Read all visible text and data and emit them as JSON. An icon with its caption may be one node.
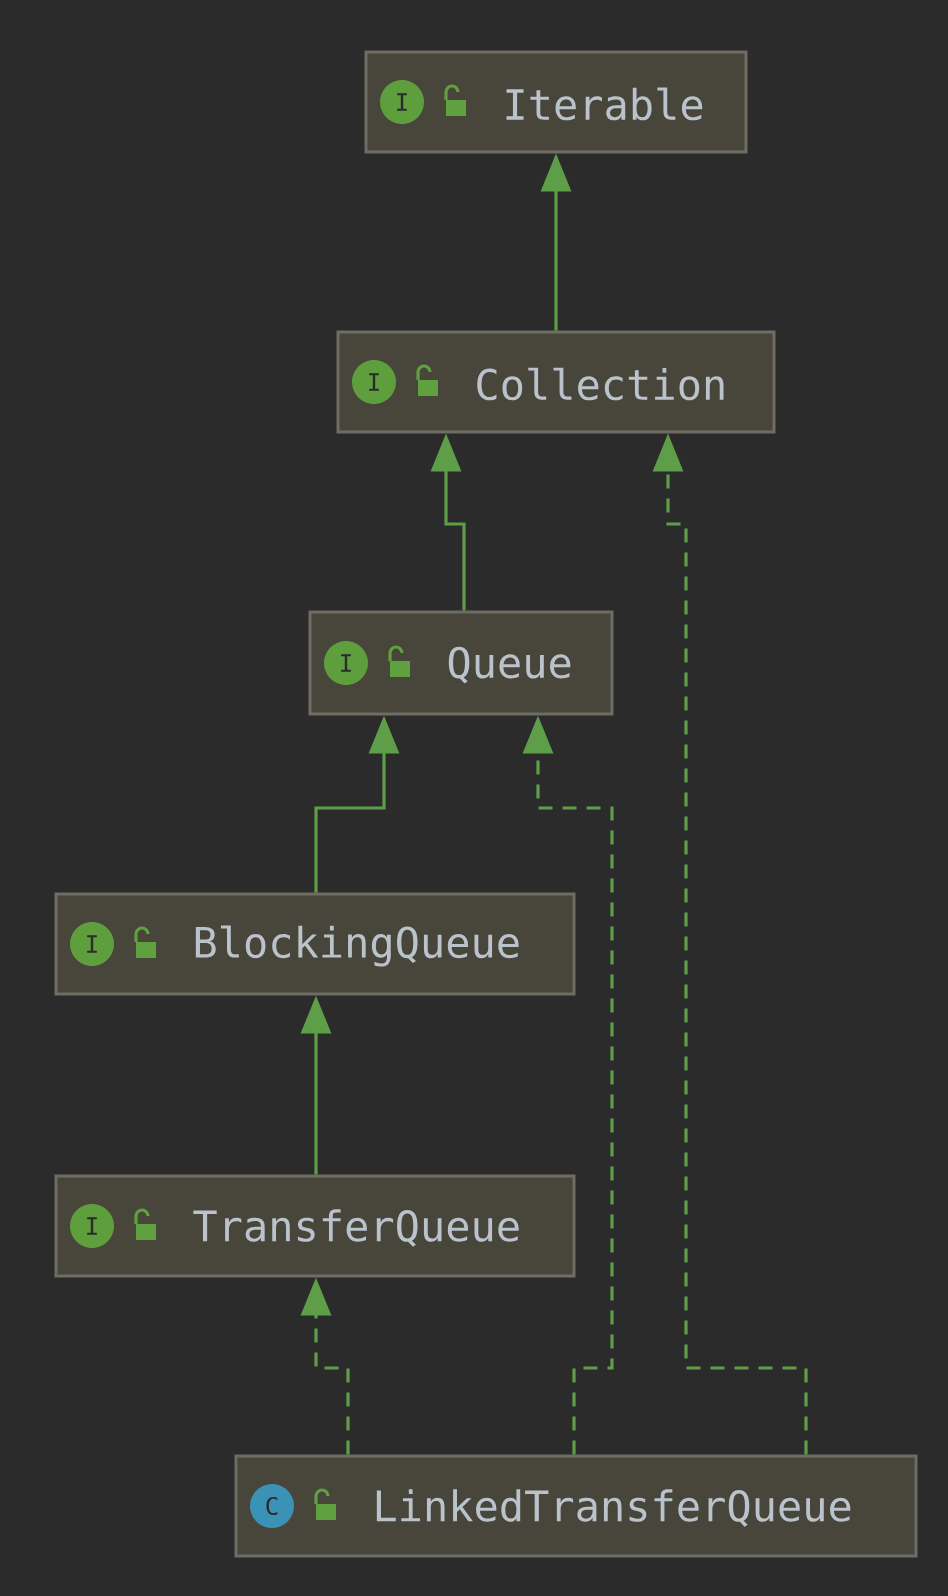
{
  "diagram": {
    "nodes": [
      {
        "text": [
          "I",
          "Iterable"
        ]
      },
      {
        "text": [
          "I",
          "Collection"
        ]
      },
      {
        "text": [
          "I",
          "Queue"
        ]
      },
      {
        "text": [
          "I",
          "BlockingQueue"
        ]
      },
      {
        "text": [
          "I",
          "TransferQueue"
        ]
      },
      {
        "text": [
          "C",
          "LinkedTransferQueue"
        ]
      }
    ],
    "edges": [
      {
        "from": 1,
        "to": 0,
        "arrow": "to"
      },
      {
        "from": 2,
        "to": 1,
        "arrow": "to"
      },
      {
        "from": 3,
        "to": 2,
        "arrow": "to"
      },
      {
        "from": 4,
        "to": 3,
        "arrow": "to"
      },
      {
        "from": 5,
        "to": 4,
        "arrow": "to",
        "style": "dashed"
      },
      {
        "from": 5,
        "to": 2,
        "arrow": "to",
        "style": "dashed"
      },
      {
        "from": 5,
        "to": 1,
        "arrow": "to",
        "style": "dashed"
      }
    ]
  }
}
